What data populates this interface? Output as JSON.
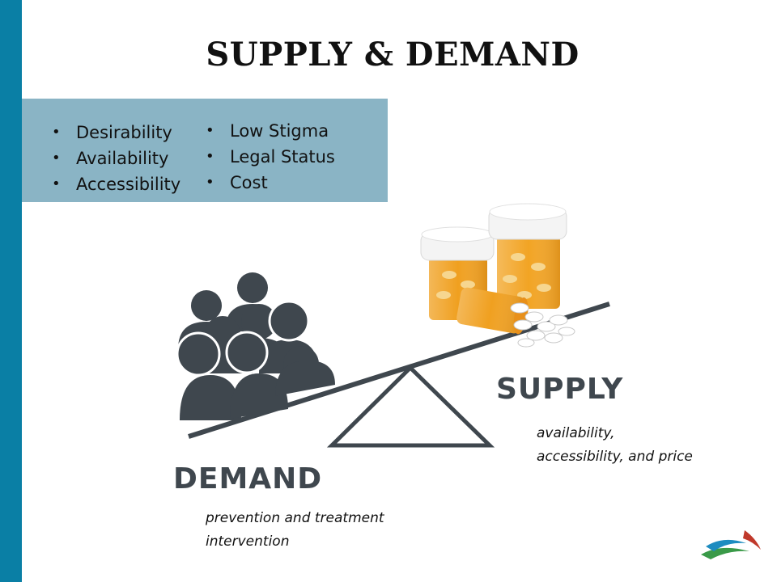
{
  "slide": {
    "title": "SUPPLY & DEMAND",
    "factors": {
      "column1": [
        "Desirability",
        "Availability",
        "Accessibility"
      ],
      "column2": [
        "Low Stigma",
        "Legal Status",
        "Cost"
      ]
    },
    "supply_label": "SUPPLY",
    "supply_note_line1": "availability,",
    "supply_note_line2": "accessibility, and price",
    "demand_label": "DEMAND",
    "demand_note_line1": "prevention and treatment",
    "demand_note_line2": "intervention"
  },
  "colors": {
    "accent_bar": "#0a7fa5",
    "factors_box": "#8ab4c5",
    "icon_dark": "#3f474e",
    "pill_bottle": "#f0a020"
  },
  "icons": [
    "people-group-icon",
    "seesaw-icon",
    "pill-bottles-icon",
    "logo-icon"
  ]
}
